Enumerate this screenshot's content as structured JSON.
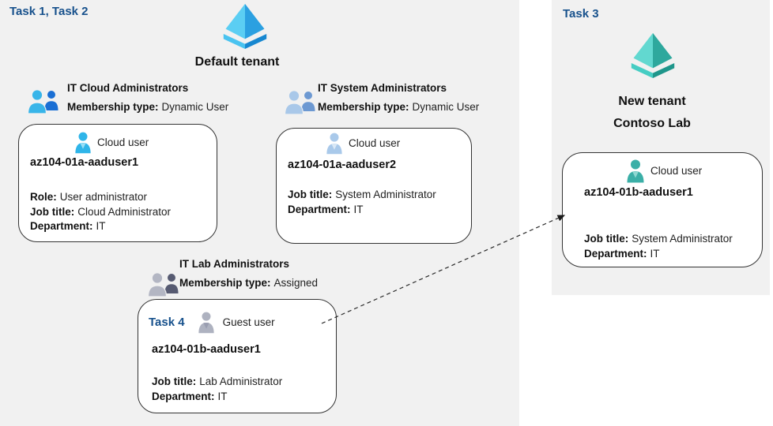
{
  "diagram": {
    "task_label_left": "Task 1, Task 2",
    "task_label_right": "Task 3",
    "task_label_card": "Task 4",
    "default_tenant_label": "Default tenant",
    "new_tenant": {
      "line1": "New tenant",
      "line2": "Contoso Lab"
    }
  },
  "groups": [
    {
      "name": "IT Cloud Administrators",
      "membership_label": "Membership type:",
      "membership_value": "Dynamic User"
    },
    {
      "name": "IT System Administrators",
      "membership_label": "Membership type:",
      "membership_value": "Dynamic User"
    },
    {
      "name": "IT Lab Administrators",
      "membership_label": "Membership type:",
      "membership_value": "Assigned"
    }
  ],
  "users": [
    {
      "type_label": "Cloud user",
      "name": "az104-01a-aaduser1",
      "fields": [
        {
          "label": "Role:",
          "value": "User administrator"
        },
        {
          "label": "Job title:",
          "value": "Cloud Administrator"
        },
        {
          "label": "Department:",
          "value": "IT"
        }
      ]
    },
    {
      "type_label": "Cloud user",
      "name": "az104-01a-aaduser2",
      "fields": [
        {
          "label": "Job title:",
          "value": "System Administrator"
        },
        {
          "label": "Department:",
          "value": "IT"
        }
      ]
    },
    {
      "type_label": "Guest user",
      "name": "az104-01b-aaduser1",
      "fields": [
        {
          "label": "Job title:",
          "value": "Lab Administrator"
        },
        {
          "label": "Department:",
          "value": "IT"
        }
      ]
    },
    {
      "type_label": "Cloud user",
      "name": "az104-01b-aaduser1",
      "fields": [
        {
          "label": "Job title:",
          "value": "System Administrator"
        },
        {
          "label": "Department:",
          "value": "IT"
        }
      ]
    }
  ],
  "icons": {
    "tenant_icon": "azure-active-directory-pyramid",
    "group_icon": "two-users",
    "user_icon": "person-silhouette",
    "connector": "dashed-arrow"
  },
  "colors": {
    "task_text": "#17518c",
    "panel_bg": "#f1f1f1",
    "card_border": "#333333",
    "aad_blue_light": "#5bcef3",
    "aad_blue_dark": "#2ba0e1",
    "aad_teal_light": "#62d8d0",
    "aad_teal_dark": "#2ea89d",
    "user_cyan": "#2fb5e9",
    "user_pale_blue": "#a9c9ea",
    "user_gray": "#aeb2c0",
    "user_teal": "#3bafa7",
    "group1_front": "#38b5e9",
    "group1_back": "#1a6fd4",
    "group2_front": "#a9c8e9",
    "group2_back": "#6d99d2",
    "group3_front": "#b3b6c3",
    "group3_back": "#575b72"
  }
}
